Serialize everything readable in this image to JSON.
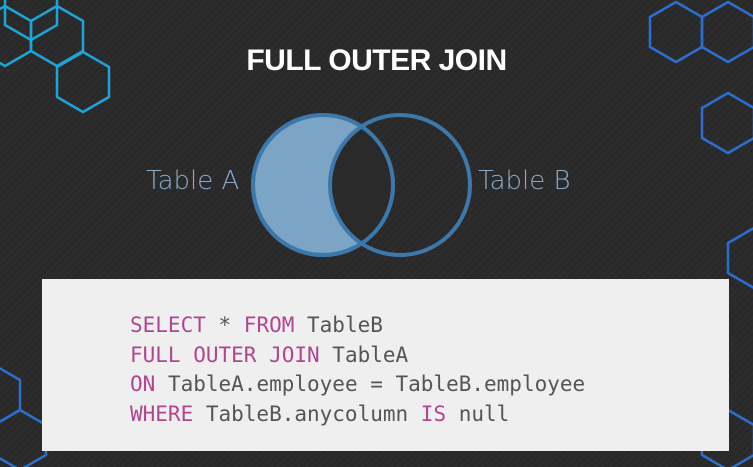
{
  "title": "FULL OUTER JOIN",
  "labels": {
    "left": "Table A",
    "right": "Table B"
  },
  "colors": {
    "background": "#2a2a2a",
    "hex_cyan": "#1ea4d8",
    "hex_blue": "#2c6fd0",
    "circle_stroke": "#3d78aa",
    "circle_fill": "#7ca4c4",
    "keyword": "#b0468f",
    "code_text": "#555555",
    "code_box": "#efefef"
  },
  "code": {
    "line1": {
      "kw1": "SELECT",
      "t1": " * ",
      "kw2": "FROM",
      "t2": " TableB"
    },
    "line2": {
      "kw1": "FULL OUTER JOIN",
      "t1": " TableA"
    },
    "line3": {
      "kw1": "ON",
      "t1": " TableA.employee = TableB.employee"
    },
    "line4": {
      "kw1": "WHERE",
      "t1": " TableB.anycolumn ",
      "kw2": "IS",
      "t2": " null"
    }
  }
}
